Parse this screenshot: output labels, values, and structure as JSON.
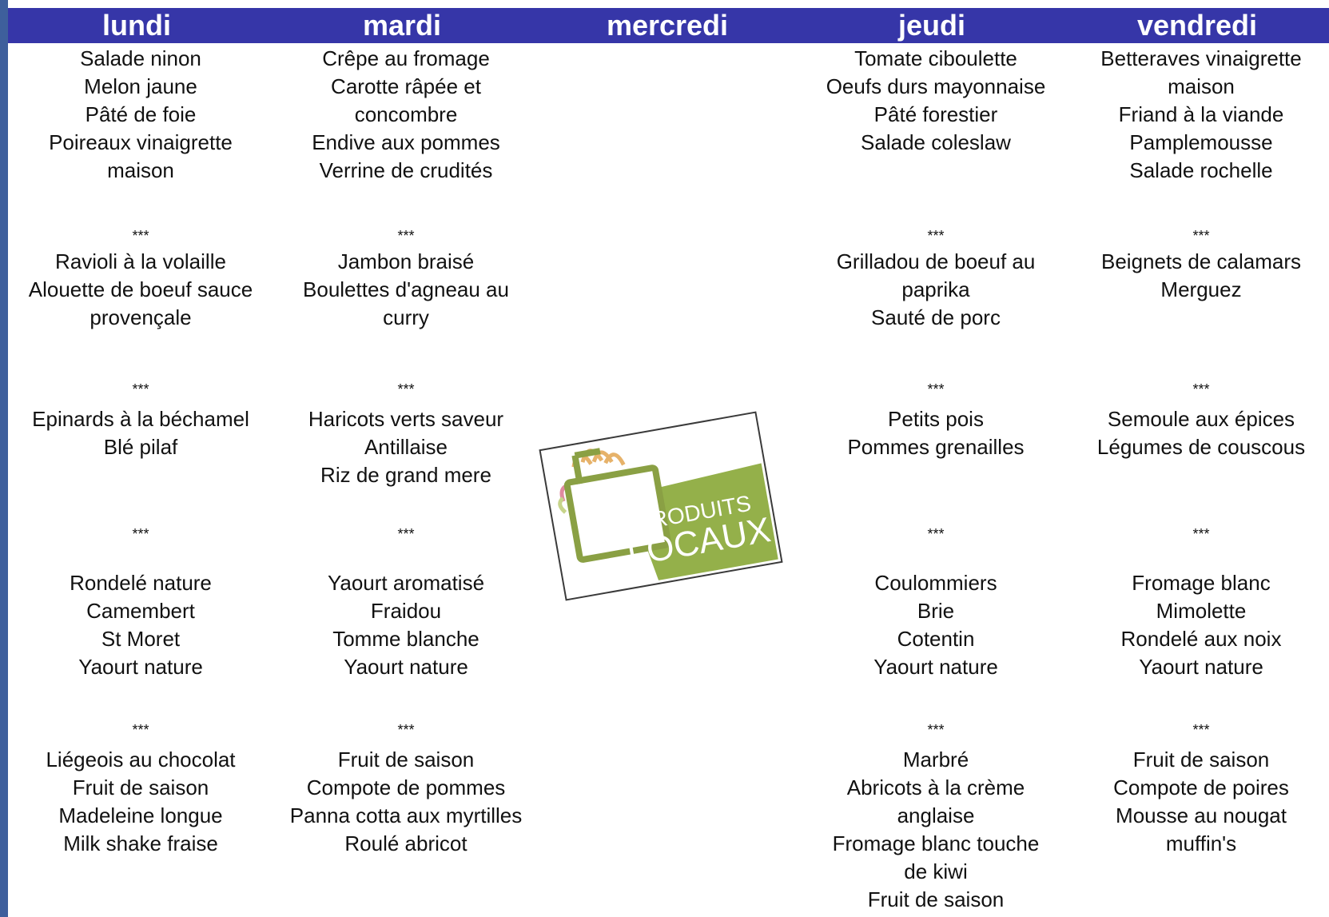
{
  "colors": {
    "header_bg": "#3636a8",
    "header_text": "#ffffff",
    "left_border": "#3e5f9c",
    "logo_green": "#94b04a"
  },
  "days": [
    "lundi",
    "mardi",
    "mercredi",
    "jeudi",
    "vendredi"
  ],
  "separator": "***",
  "menu": {
    "lundi": {
      "entrees": [
        "Salade ninon",
        "Melon jaune",
        "Pâté de foie",
        "Poireaux vinaigrette",
        "maison"
      ],
      "plats": [
        "Ravioli à la volaille",
        "Alouette de boeuf sauce",
        "provençale"
      ],
      "accompagnements": [
        "Epinards à la béchamel",
        "Blé pilaf"
      ],
      "fromages": [
        "Rondelé nature",
        "Camembert",
        "St Moret",
        "Yaourt nature"
      ],
      "desserts": [
        "Liégeois au chocolat",
        "Fruit de saison",
        "Madeleine longue",
        "Milk shake fraise"
      ]
    },
    "mardi": {
      "entrees": [
        "Crêpe au fromage",
        "Carotte râpée et",
        "concombre",
        "Endive aux pommes",
        "Verrine de crudités"
      ],
      "plats": [
        "Jambon braisé",
        "Boulettes d'agneau au",
        "curry"
      ],
      "accompagnements": [
        "Haricots verts saveur",
        "Antillaise",
        "Riz de grand mere"
      ],
      "fromages": [
        "Yaourt aromatisé",
        "Fraidou",
        "Tomme blanche",
        "Yaourt nature"
      ],
      "desserts": [
        "Fruit de saison",
        "Compote de pommes",
        "Panna cotta aux myrtilles",
        "Roulé abricot"
      ]
    },
    "jeudi": {
      "entrees": [
        "Tomate ciboulette",
        "Oeufs durs mayonnaise",
        "Pâté forestier",
        "Salade coleslaw"
      ],
      "plats": [
        "Grilladou de boeuf au",
        "paprika",
        "Sauté de porc"
      ],
      "accompagnements": [
        "Petits pois",
        "Pommes grenailles"
      ],
      "fromages": [
        "Coulommiers",
        "Brie",
        "Cotentin",
        "Yaourt nature"
      ],
      "desserts": [
        "Marbré",
        "Abricots à la crème",
        "anglaise",
        "Fromage blanc touche",
        "de kiwi",
        "Fruit de saison"
      ]
    },
    "vendredi": {
      "entrees": [
        "Betteraves vinaigrette",
        "maison",
        "Friand à la viande",
        "Pamplemousse",
        "Salade rochelle"
      ],
      "plats": [
        "Beignets de calamars",
        "Merguez"
      ],
      "accompagnements": [
        "Semoule aux épices",
        "Légumes de couscous"
      ],
      "fromages": [
        "Fromage blanc",
        "Mimolette",
        "Rondelé aux noix",
        "Yaourt nature"
      ],
      "desserts": [
        "Fruit de saison",
        "Compote de poires",
        "Mousse au nougat",
        "muffin's"
      ]
    }
  },
  "logo": {
    "line1": "PRODUITS",
    "line2": "LOCAUX",
    "icon": "shopping-basket-icon"
  }
}
